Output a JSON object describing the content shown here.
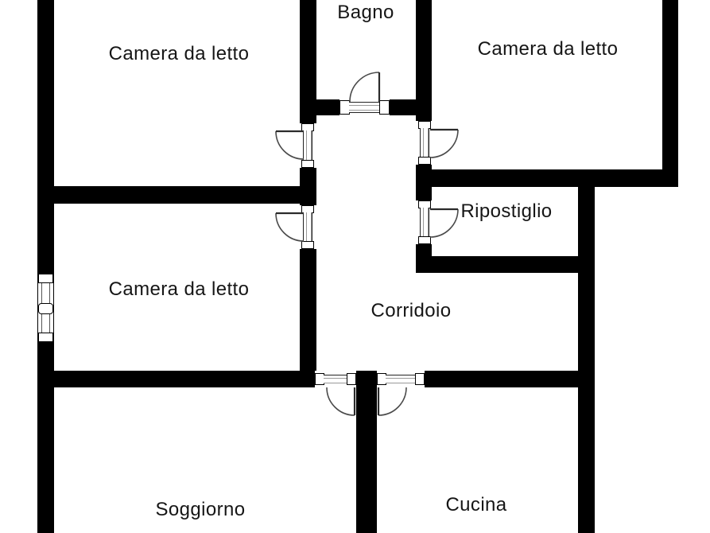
{
  "plan": {
    "background_color": "#ffffff",
    "wall_color": "#000000",
    "label_color": "#161616"
  },
  "rooms": {
    "bagno": {
      "label": "Bagno"
    },
    "camera_top_left": {
      "label": "Camera da letto"
    },
    "camera_top_right": {
      "label": "Camera da letto"
    },
    "ripostiglio": {
      "label": "Ripostiglio"
    },
    "camera_mid_left": {
      "label": "Camera da letto"
    },
    "corridoio": {
      "label": "Corridoio"
    },
    "soggiorno": {
      "label": "Soggiorno"
    },
    "cucina": {
      "label": "Cucina"
    }
  }
}
